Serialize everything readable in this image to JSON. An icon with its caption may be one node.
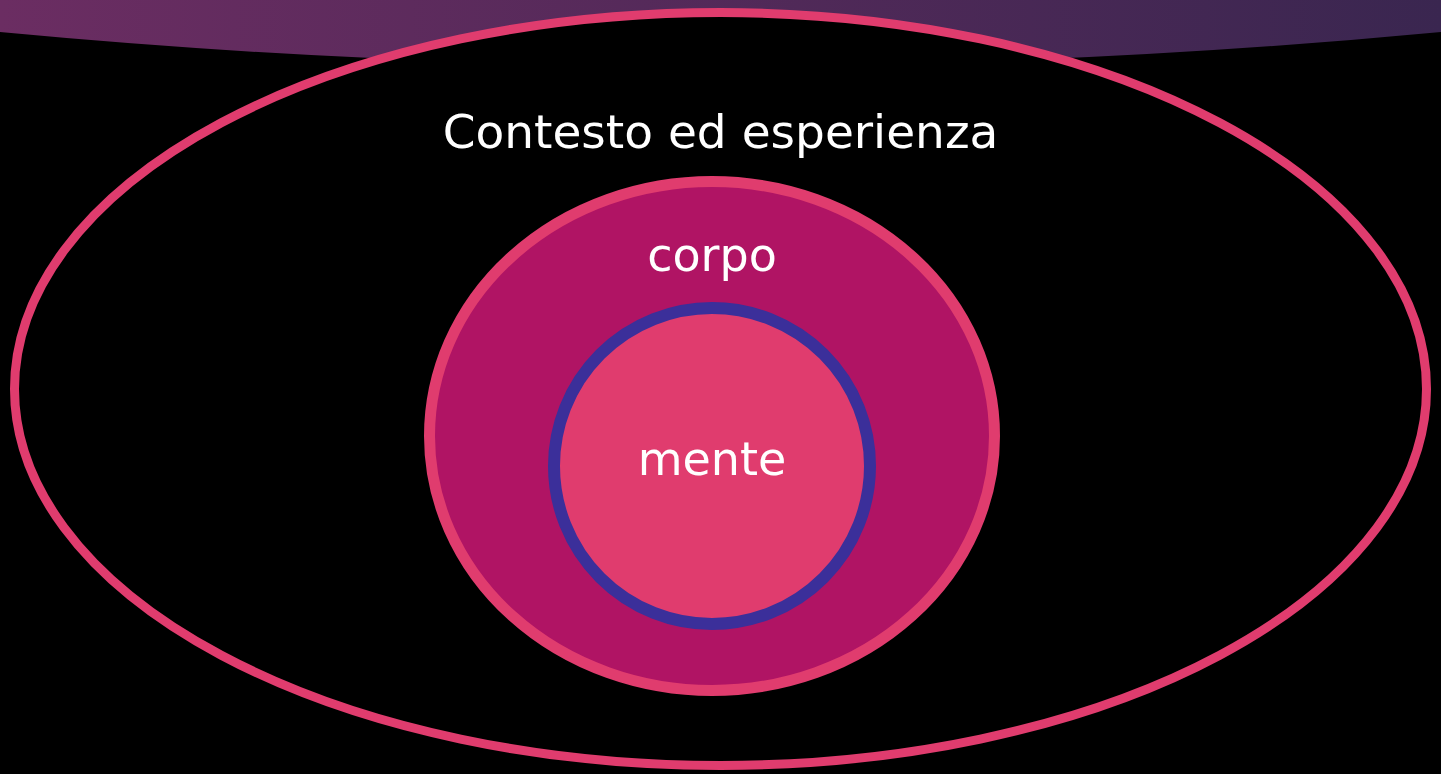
{
  "diagram": {
    "nodes": [
      {
        "text": [
          "Contesto ed esperienza"
        ]
      },
      {
        "text": [
          "corpo"
        ],
        "in": 0
      },
      {
        "text": [
          "mente"
        ],
        "in": 1
      }
    ]
  }
}
